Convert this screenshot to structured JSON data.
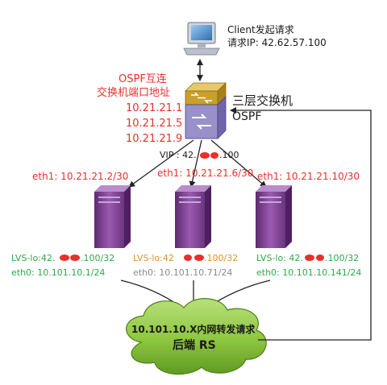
{
  "client": {
    "line1": "Client发起请求",
    "line2": "请求IP:  42.62.57.100"
  },
  "switch": {
    "title": "三层交换机",
    "protocol": "OSPF",
    "ospf_header_1": "OSPF互连",
    "ospf_header_2": "交换机端口地址",
    "ports": [
      "10.21.21.1",
      "10.21.21.5",
      "10.21.21.9"
    ],
    "vip_prefix": "VIP : 42.",
    "vip_suffix": ".100"
  },
  "servers": [
    {
      "eth1": "eth1: 10.21.21.2/30",
      "lvs_prefix": "LVS-lo:42.",
      "lvs_suffix": ".100/32",
      "eth0": "eth0: 10.101.10.1/24"
    },
    {
      "eth1": "eth1: 10.21.21.6/30",
      "lvs_prefix": "LVS-lo:42",
      "lvs_suffix": ".100/32",
      "eth0": "eth0: 10.101.10.71/24"
    },
    {
      "eth1": "eth1: 10.21.21.10/30",
      "lvs_prefix": "LVS-lo: 42.",
      "lvs_suffix": ".100/32",
      "eth0": "eth0: 10.101.10.141/24"
    }
  ],
  "backend": {
    "line1": "10.101.10.X内网转发请求",
    "line2": "后端 RS"
  },
  "colors": {
    "red": "#e8302a",
    "green": "#2ea84a",
    "orange": "#e0902a",
    "server_purple": "#7a3a8e",
    "cloud_green": "#86c23c",
    "switch_gold": "#c9a02c",
    "switch_violet": "#8d83c0"
  }
}
